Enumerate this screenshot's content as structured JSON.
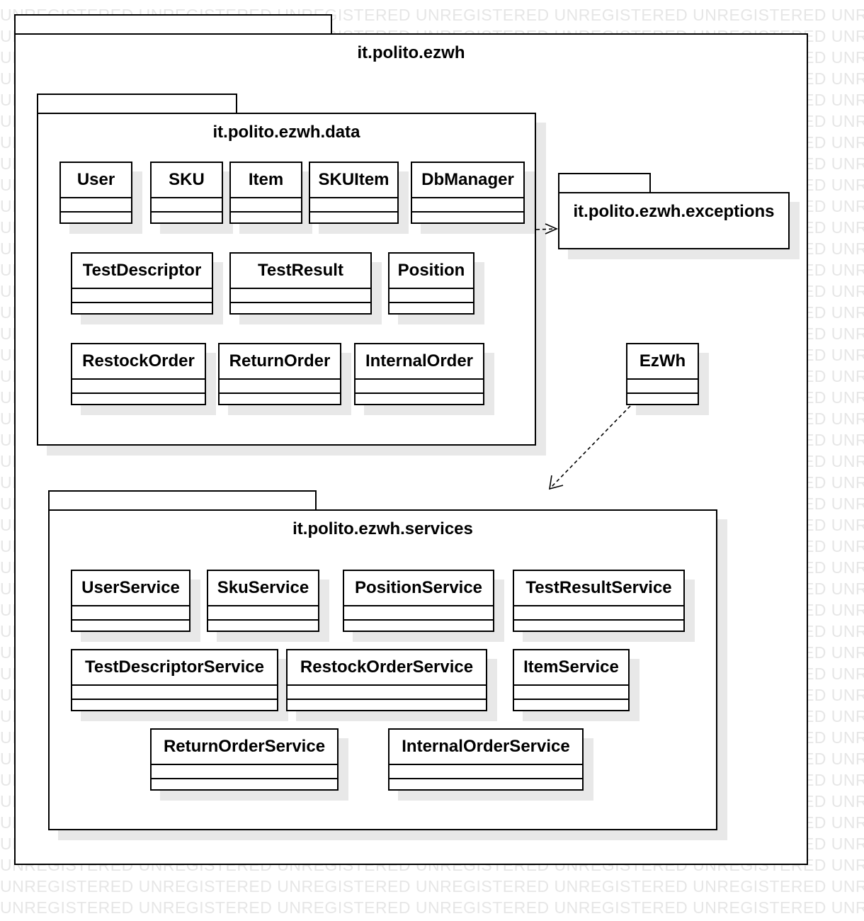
{
  "watermark_text": "UNREGISTERED",
  "packages": {
    "root": {
      "name": "it.polito.ezwh"
    },
    "data": {
      "name": "it.polito.ezwh.data"
    },
    "exceptions": {
      "name": "it.polito.ezwh.exceptions"
    },
    "services": {
      "name": "it.polito.ezwh.services"
    }
  },
  "classes": {
    "data": [
      "User",
      "SKU",
      "Item",
      "SKUItem",
      "DbManager",
      "TestDescriptor",
      "TestResult",
      "Position",
      "RestockOrder",
      "ReturnOrder",
      "InternalOrder"
    ],
    "root": [
      "EzWh"
    ],
    "services": [
      "UserService",
      "SkuService",
      "PositionService",
      "TestResultService",
      "TestDescriptorService",
      "RestockOrderService",
      "ItemService",
      "ReturnOrderService",
      "InternalOrderService"
    ]
  },
  "dependencies": [
    {
      "from": "it.polito.ezwh.data",
      "to": "it.polito.ezwh.exceptions",
      "style": "dashed-open-arrow"
    },
    {
      "from": "EzWh",
      "to": "it.polito.ezwh.services",
      "style": "dashed-open-arrow"
    }
  ]
}
